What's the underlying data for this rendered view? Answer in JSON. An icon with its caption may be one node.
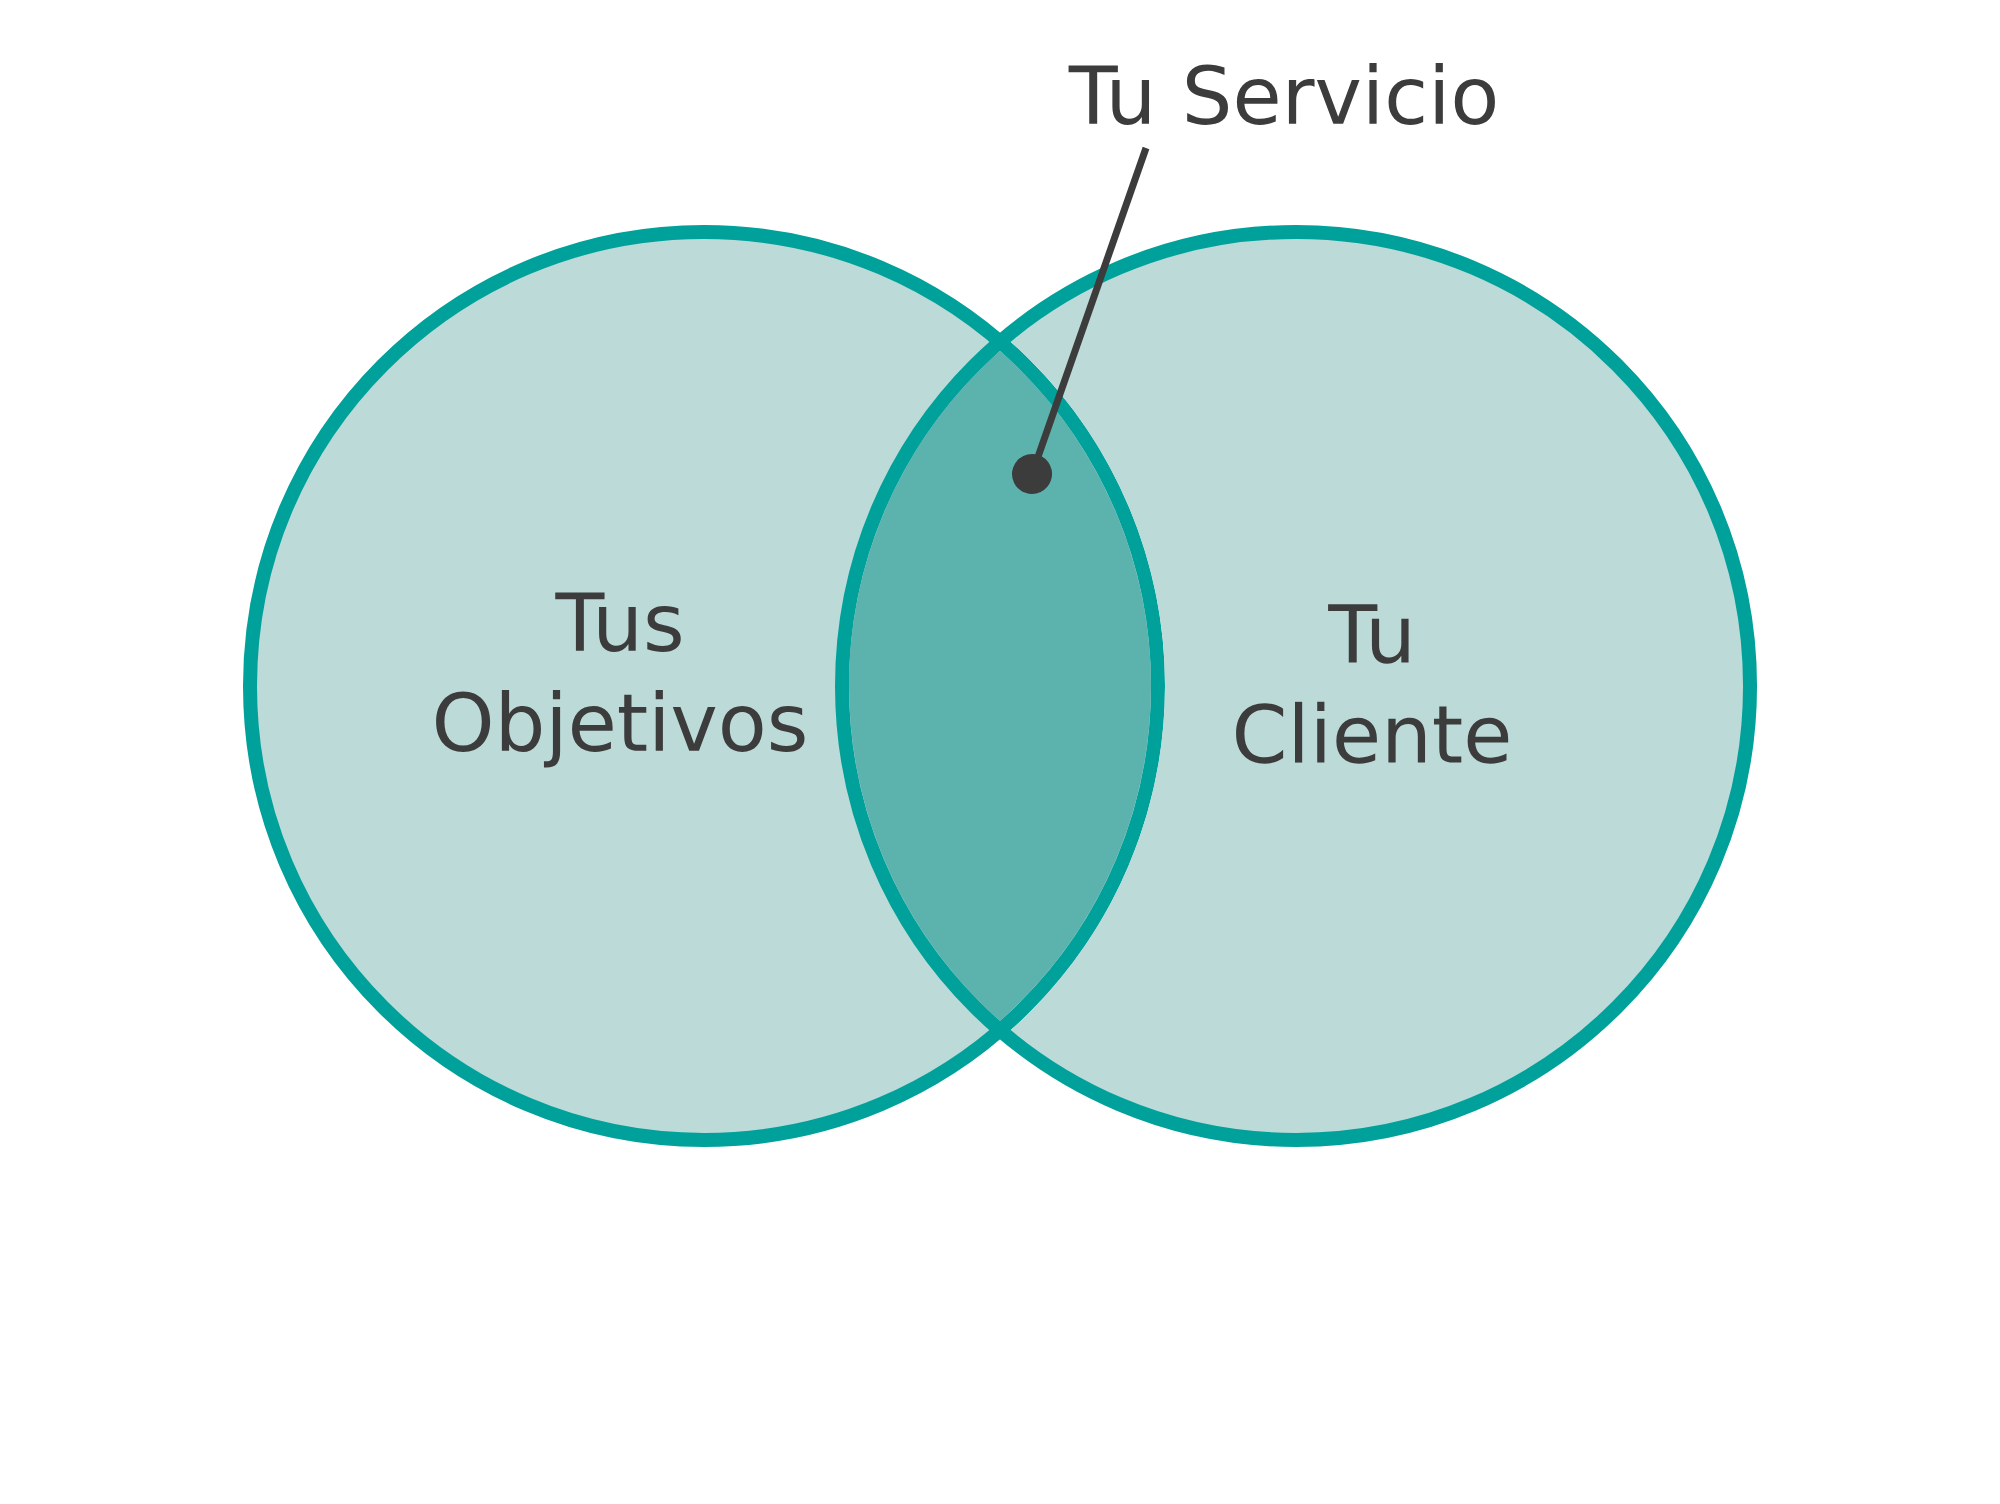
{
  "diagram": {
    "nodes": [
      {
        "text": [
          "Tu Servicio"
        ]
      },
      {
        "text": [
          "Tus Objetivos"
        ]
      },
      {
        "text": [
          "Tu Cliente"
        ]
      },
      {
        "text": [],
        "shape": "lens"
      }
    ],
    "edges": [
      {
        "from": 0,
        "to": 3,
        "arrow": "other"
      }
    ]
  }
}
